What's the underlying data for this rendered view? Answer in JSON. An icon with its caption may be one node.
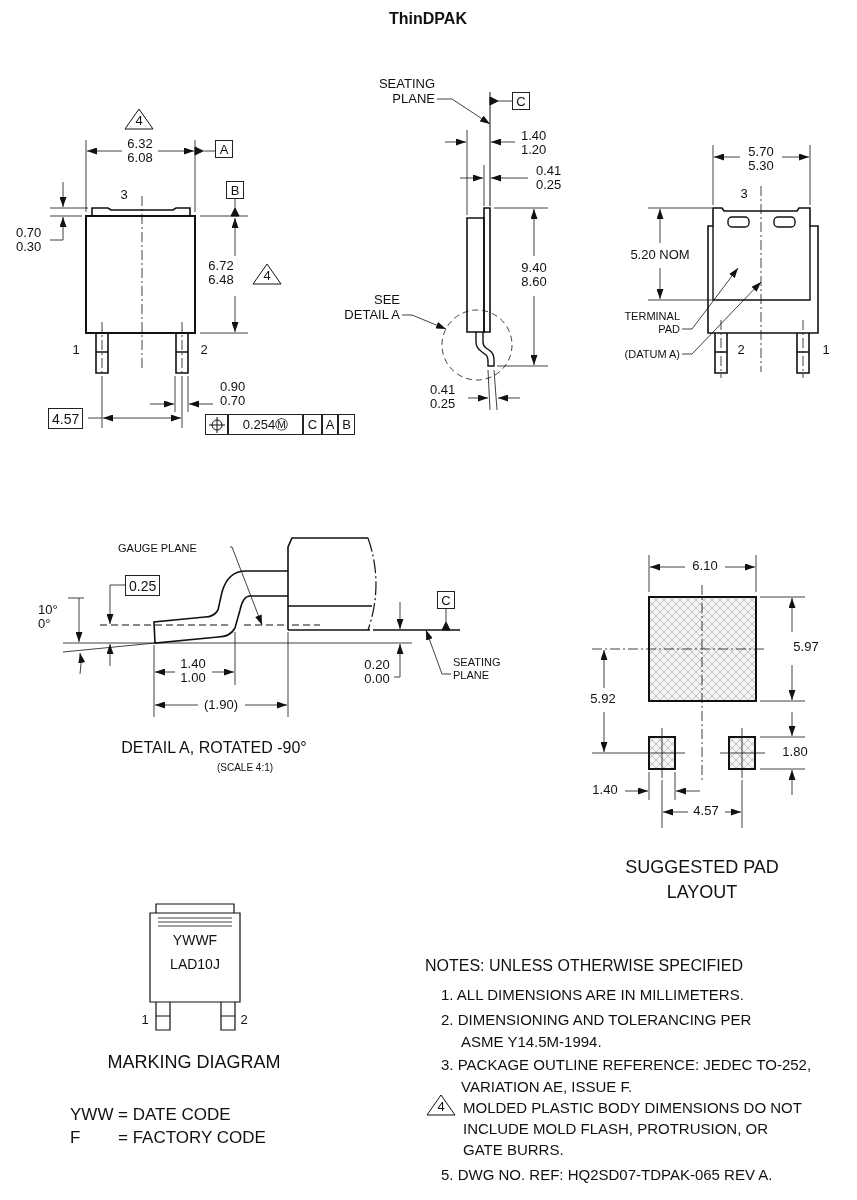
{
  "diagram": {
    "title": "ThinDPAK",
    "nodes": [
      {
        "text": [
          "SEATING PLANE"
        ]
      },
      {
        "text": [
          "SEE DETAIL A"
        ]
      },
      {
        "text": [
          "TERMINAL PAD"
        ]
      },
      {
        "text": [
          "(DATUM A)"
        ]
      },
      {
        "text": [
          "GAUGE PLANE"
        ]
      },
      {
        "text": [
          "SEATING PLANE"
        ]
      },
      {
        "text": [],
        "shape": "line"
      },
      {
        "text": [],
        "shape": "circle"
      },
      {
        "text": [],
        "shape": "box"
      },
      {
        "text": [],
        "shape": "line"
      },
      {
        "text": [],
        "shape": "line"
      },
      {
        "text": [],
        "shape": "line"
      }
    ],
    "edges": [
      {
        "from": 0,
        "to": 6,
        "arrow": "to"
      },
      {
        "from": 1,
        "to": 7,
        "arrow": "to"
      },
      {
        "from": 2,
        "to": 8,
        "arrow": "to"
      },
      {
        "from": 3,
        "to": 9,
        "arrow": "to"
      },
      {
        "from": 4,
        "to": 10,
        "arrow": "to"
      },
      {
        "from": 5,
        "to": 11,
        "arrow": "to"
      }
    ],
    "labels": [
      "4",
      "6.32",
      "6.08",
      "A",
      "3",
      "B",
      "0.70",
      "0.30",
      "6.72",
      "6.48",
      "4",
      "1",
      "2",
      "0.90",
      "0.70",
      "4.57",
      "0.254Ⓜ",
      "C",
      "A",
      "B",
      "C",
      "1.40",
      "1.20",
      "0.41",
      "0.25",
      "9.40",
      "8.60",
      "0.41",
      "0.25",
      "5.70",
      "5.30",
      "3",
      "5.20 NOM",
      "2",
      "1",
      "0.25",
      "10°",
      "0°",
      "C",
      "1.40",
      "1.00",
      "0.20",
      "0.00",
      "(1.90)",
      "DETAIL A, ROTATED -90°",
      "(SCALE 4:1)",
      "6.10",
      "5.97",
      "5.92",
      "1.80",
      "1.40",
      "4.57",
      "SUGGESTED PAD LAYOUT",
      "YWWF",
      "LAD10J",
      "1",
      "2",
      "MARKING DIAGRAM",
      "YWW",
      "= DATE CODE",
      "F",
      "= FACTORY CODE",
      "NOTES: UNLESS OTHERWISE SPECIFIED",
      "1. ALL DIMENSIONS ARE IN MILLIMETERS.",
      "2. DIMENSIONING AND TOLERANCING PER ASME Y14.5M-1994.",
      "3. PACKAGE OUTLINE REFERENCE: JEDEC TO-252, VARIATION AE, ISSUE F.",
      "4",
      "MOLDED PLASTIC BODY DIMENSIONS  DO NOT INCLUDE MOLD FLASH, PROTRUSION, OR GATE BURRS.",
      "5. DWG NO. REF: HQ2SD07-TDPAK-065 REV A."
    ]
  }
}
